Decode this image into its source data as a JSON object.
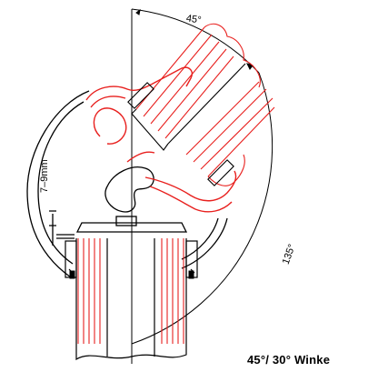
{
  "dimensions": {
    "angle_top": "45°",
    "angle_side": "135°",
    "gap": "7–9mm"
  },
  "caption": "45°/ 30° Winke",
  "colors": {
    "outline": "#000000",
    "glass": "#e8201e",
    "background": "#ffffff"
  }
}
